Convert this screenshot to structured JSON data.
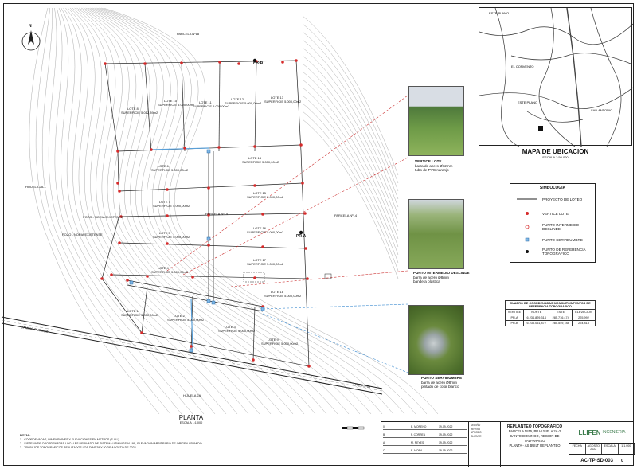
{
  "north": "N",
  "plan": {
    "parcela_top": "PARCELA Nº18",
    "parcela_right": "PARCELA Nº14",
    "parcela_mid": "PARCELA Nº15",
    "hijuela_left": "HIJUELA 2A-1",
    "hijuela_bottom": "HIJUELA 2A",
    "camino": "CAMINO PUBLICO",
    "ruta": "RUTA J-55",
    "pozo_1": "POZO - NORIA EXISTENTE",
    "pozo_2": "POZO - NORIA EXISTENTE",
    "pr_a": "PR-A",
    "pr_b": "PR-B",
    "planta": "PLANTA",
    "planta_scale": "ESCALA 1:1.000",
    "lotes": [
      {
        "name": "LOTE 8",
        "area": "SUPERFICIE 5.012,39m2"
      },
      {
        "name": "LOTE 10",
        "area": "SUPERFICIE 5.000,00m2"
      },
      {
        "name": "LOTE 11",
        "area": "SUPERFICIE 5.000,00m2"
      },
      {
        "name": "LOTE 12",
        "area": "SUPERFICIE 5.000,00m2"
      },
      {
        "name": "LOTE 13",
        "area": "SUPERFICIE 5.000,00m2"
      },
      {
        "name": "LOTE 6",
        "area": "SUPERFICIE 5.000,00m2"
      },
      {
        "name": "LOTE 14",
        "area": "SUPERFICIE 5.000,00m2"
      },
      {
        "name": "LOTE 7",
        "area": "SUPERFICIE 5.000,00m2"
      },
      {
        "name": "LOTE 15",
        "area": "SUPERFICIE 5.000,00m2"
      },
      {
        "name": "LOTE 5",
        "area": "SUPERFICIE 5.000,00m2"
      },
      {
        "name": "LOTE 16",
        "area": "SUPERFICIE 5.000,00m2"
      },
      {
        "name": "LOTE 4",
        "area": "SUPERFICIE 5.000,00m2"
      },
      {
        "name": "LOTE 17",
        "area": "SUPERFICIE 5.000,00m2"
      },
      {
        "name": "LOTE 18",
        "area": "SUPERFICIE 5.000,00m2"
      },
      {
        "name": "LOTE 1",
        "area": "SUPERFICIE 5.000,00m2"
      },
      {
        "name": "LOTE 2",
        "area": "SUPERFICIE 5.000,00m2"
      },
      {
        "name": "LOTE 3",
        "area": "SUPERFICIE 5.000,00m2"
      },
      {
        "name": "LOTE 9",
        "area": "SUPERFICIE 5.000,00m2"
      }
    ]
  },
  "photos": [
    {
      "title": "VERTICE LOTE",
      "line1": "barra de acero Ø12mm",
      "line2": "tubo de PVC naranjo"
    },
    {
      "title": "PUNTO INTERMEDIO DESLINDE",
      "line1": "barra de acero Ø8mm",
      "line2": "bandera plastica"
    },
    {
      "title": "PUNTO SERVIDUMBRE",
      "line1": "barra de acero Ø8mm",
      "line2": "pintado de color blanco"
    }
  ],
  "legend": {
    "title": "SIMBOLOGIA",
    "items": [
      "PROYECTO DE LOTEO",
      "VERTICE LOTE",
      "PUNTO INTERMEDIO DESLINDE",
      "PUNTO SERVIDUMBRE",
      "PUNTO DE REFERENCIA TOPOGRAFICO"
    ]
  },
  "coords": {
    "caption": "CUADRO DE COORDENADAS MONOLITOS/PUNTOS DE REFERENCIA TOPOGRAFICO",
    "headers": [
      "VERTICE",
      "NORTE",
      "ESTE",
      "ELEVACION"
    ],
    "rows": [
      [
        "PR-A",
        "6.234.829,314",
        "285.716,474",
        "225,992"
      ],
      [
        "PR-B",
        "6.235.051,872",
        "285.549,788",
        "224,818"
      ]
    ]
  },
  "location_map": {
    "title": "MAPA DE UBICACION",
    "scale": "ESCALA 1:50.000",
    "labels": [
      "ESTE PLANO",
      "EL CONVENTO",
      "SAN ANTONIO"
    ]
  },
  "notes": {
    "title": "NOTAS:",
    "lines": [
      "1.- COORDENADAS, DIMENSIONES Y ELEVACIONES EN METROS (S.I.U.)",
      "2.- SISTEMA DE COORDENADAS LOCALES DERIVADO DE SISTEMA UTM WGS84 19S, ELEVACION ARBITRARIA DE ORIGEN ASUMIDO.",
      "3.- TRABAJOS TOPOGRAFICOS REALIZADOS LOS DIAS 29 Y 30 DE AGOSTO DE 2022."
    ]
  },
  "titleblock": {
    "rev_rows": [
      [
        "0",
        "E. MORENO",
        "19-09-2022"
      ],
      [
        "B",
        "F. CORREA",
        "19-09-2022"
      ],
      [
        "A",
        "M. REYES",
        "19-09-2022"
      ],
      [
        "C",
        "E. MORA",
        "19-09-2022"
      ]
    ],
    "mid_lines": [
      "DISEÑO",
      "REVISO",
      "APROBO",
      "CLIENTE"
    ],
    "proj_title": "REPLANTEO TOPOGRAFICO",
    "proj_lines": [
      "PARCELA Nº15, PP HIJUELA 2A-2",
      "SANTO DOMINGO, REGION DE VALPARAISO",
      "PLANTA - AS BUILT REPLANTEO"
    ],
    "logo": "LLIFEN",
    "logo_sub": "INGENIERIA",
    "info": [
      "FECHA",
      "AGOSTO 2022",
      "ESCALA",
      "1:1.000"
    ],
    "code": "AC-TP-SD-003",
    "rev": "0"
  }
}
